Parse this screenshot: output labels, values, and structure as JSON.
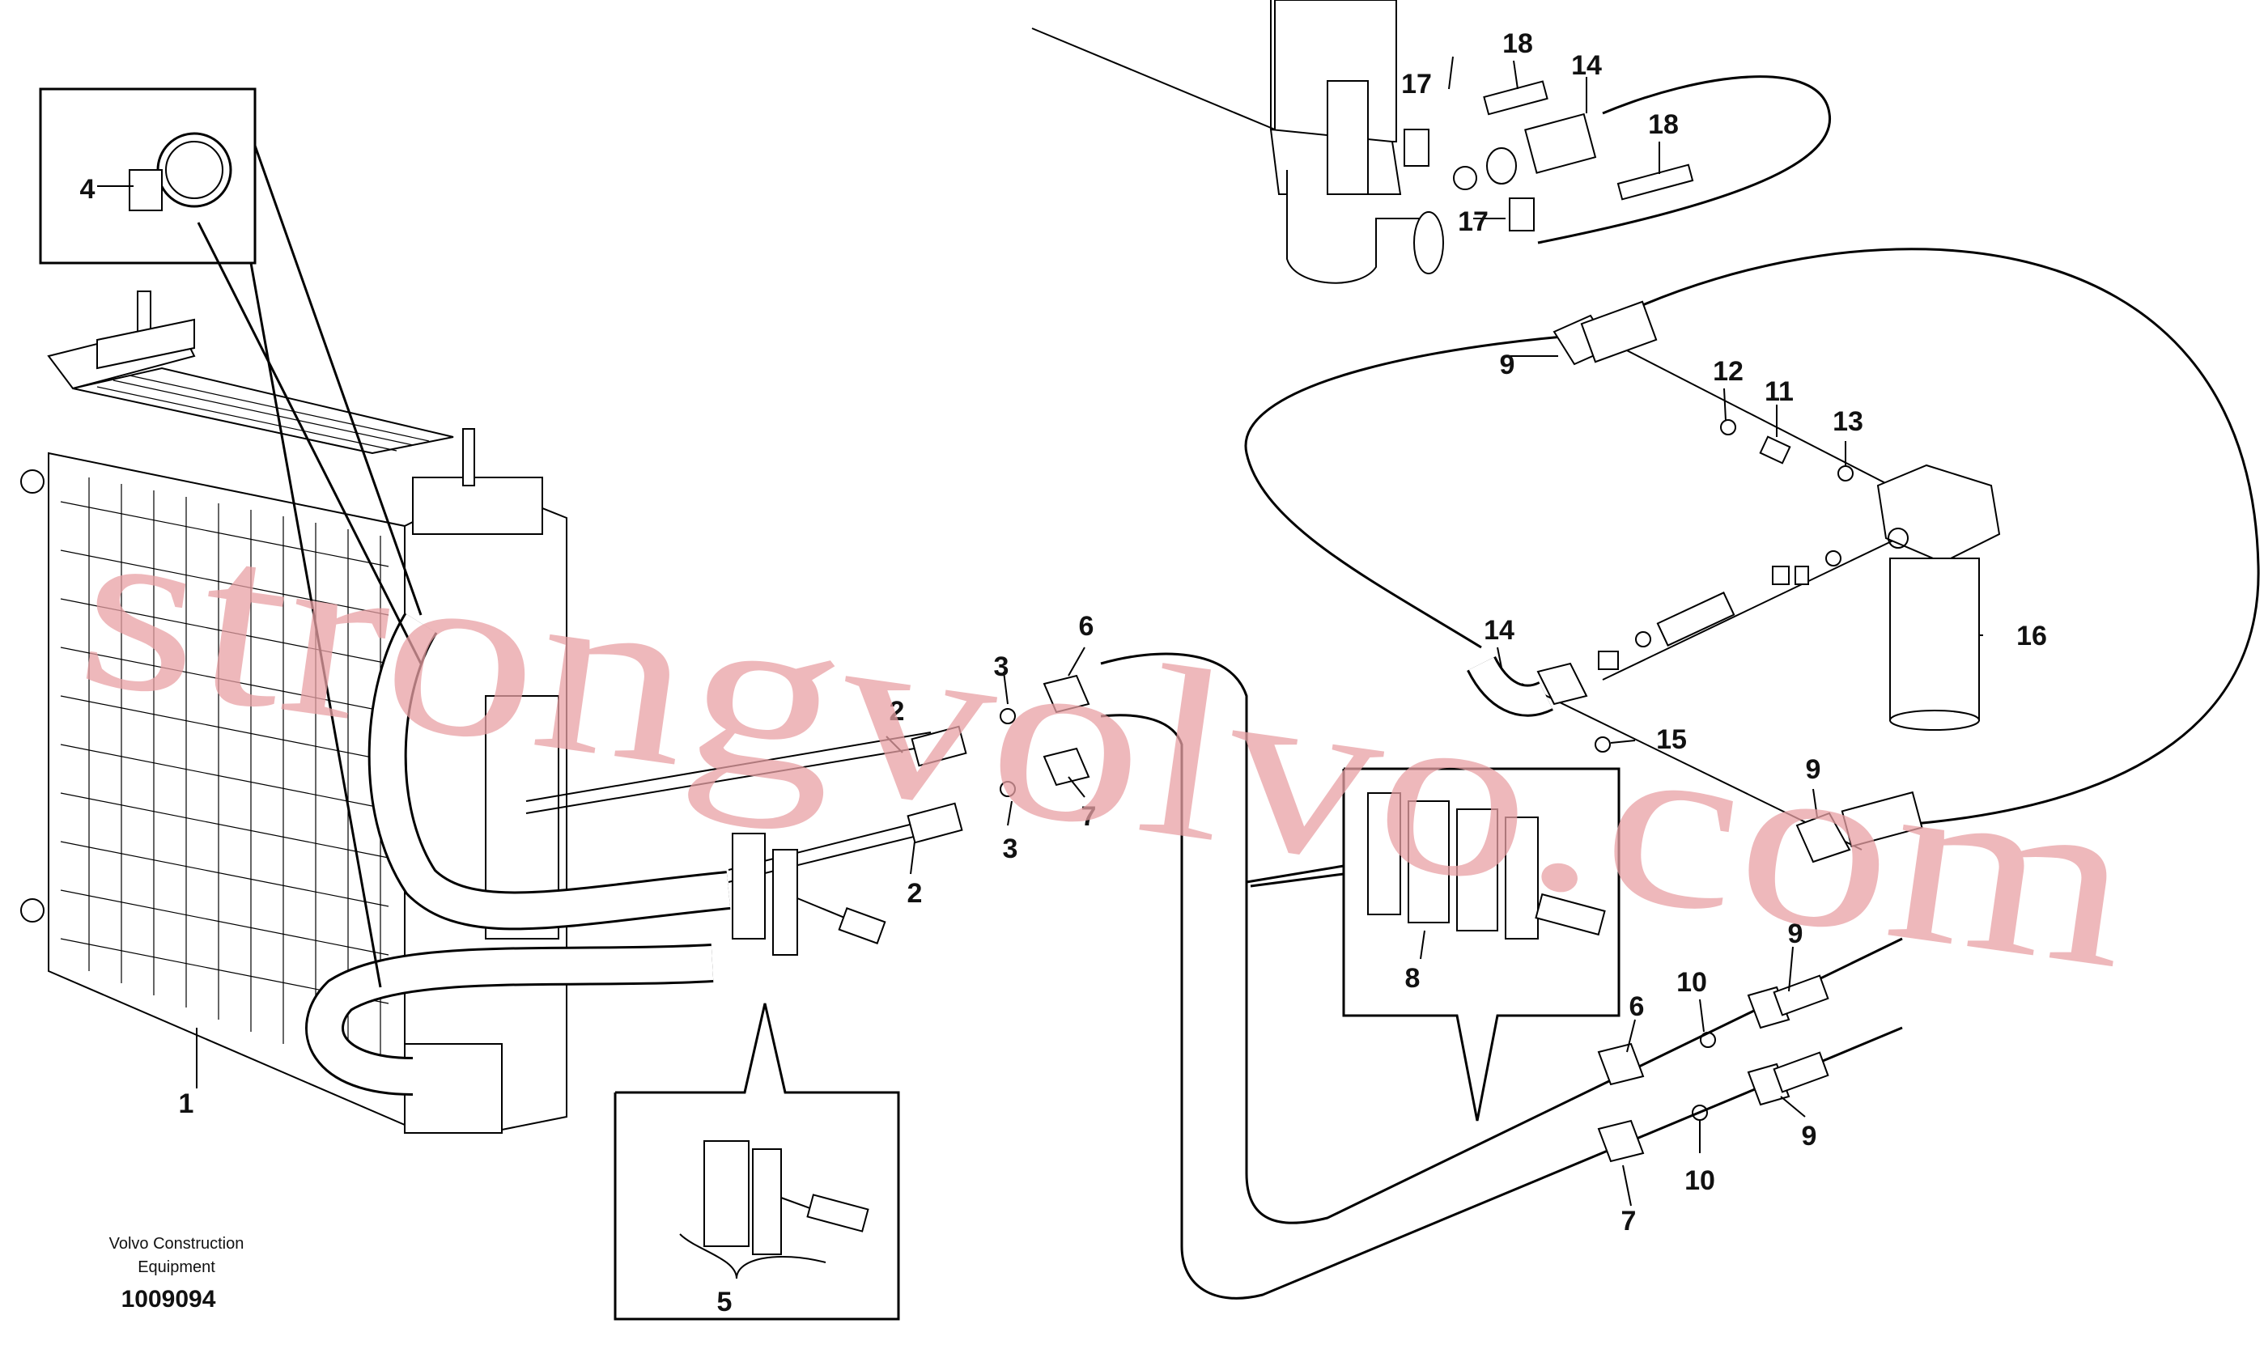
{
  "callouts": [
    "1",
    "2",
    "2",
    "3",
    "3",
    "4",
    "5",
    "6",
    "6",
    "7",
    "7",
    "8",
    "9",
    "9",
    "9",
    "9",
    "10",
    "10",
    "11",
    "12",
    "13",
    "14",
    "14",
    "15",
    "16",
    "17",
    "17",
    "18",
    "18"
  ],
  "footer": {
    "company_line1": "Volvo Construction",
    "company_line2": "Equipment",
    "drawing_number": "1009094"
  },
  "watermark": "strongvolvo.com"
}
